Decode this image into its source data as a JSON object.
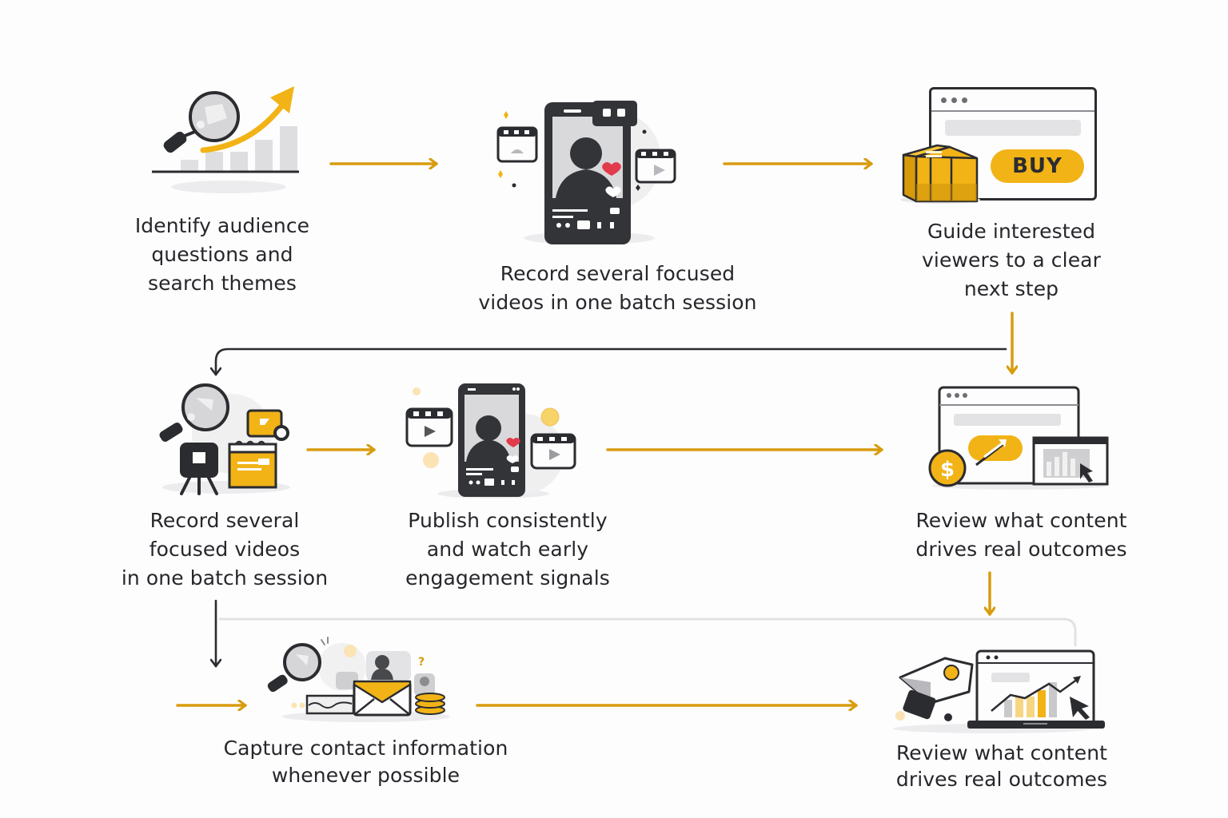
{
  "diagram": {
    "type": "process-flow",
    "colors": {
      "accent": "#f2b316",
      "accent_dark": "#d69a0a",
      "arrow_gold": "#d89c0e",
      "ink": "#2b2c30",
      "gray_light": "#e3e3e5",
      "gray_mid": "#b9b9bd",
      "heart": "#e23b4c",
      "background": "#fdfdfd"
    },
    "nodes": [
      {
        "id": "identify",
        "label": "Identify audience\nquestions and\nsearch themes",
        "icon": "magnifier-trend-chart-icon"
      },
      {
        "id": "record-1",
        "label": "Record several focused\nvideos in one batch session",
        "icon": "phone-video-icon"
      },
      {
        "id": "guide",
        "label": "Guide interested\nviewers to a clear\nnext step",
        "icon": "browser-buy-button-icon",
        "button_text": "BUY"
      },
      {
        "id": "record-2",
        "label": "Record several\nfocused videos\nin one batch session",
        "icon": "camera-clapper-icon"
      },
      {
        "id": "publish",
        "label": "Publish consistently\nand watch early\nengagement signals",
        "icon": "phone-engagement-icon"
      },
      {
        "id": "review-1",
        "label": "Review what content\ndrives real outcomes",
        "icon": "browser-dollar-analytics-icon"
      },
      {
        "id": "capture",
        "label": "Capture contact information\nwhenever possible",
        "icon": "envelope-contacts-icon",
        "glyph": "?"
      },
      {
        "id": "review-2",
        "label": "Review what content\ndrives real outcomes",
        "icon": "camera-laptop-chart-icon"
      }
    ],
    "edges": [
      {
        "from": "identify",
        "to": "record-1",
        "style": "gold-arrow"
      },
      {
        "from": "record-1",
        "to": "guide",
        "style": "gold-arrow"
      },
      {
        "from": "guide",
        "to": "review-1",
        "style": "gold-arrow-down"
      },
      {
        "from": "guide",
        "to": "record-2",
        "style": "dark-return-arrow"
      },
      {
        "from": "record-2",
        "to": "publish",
        "style": "gold-arrow"
      },
      {
        "from": "publish",
        "to": "review-1",
        "style": "gold-arrow"
      },
      {
        "from": "review-1",
        "to": "review-2",
        "style": "gold-arrow-down"
      },
      {
        "from": "record-2",
        "to": "capture",
        "style": "dark-arrow-down"
      },
      {
        "from": "entry",
        "to": "capture",
        "style": "gold-arrow"
      },
      {
        "from": "capture",
        "to": "review-2",
        "style": "gold-arrow"
      },
      {
        "from": "record-2",
        "to": "review-2",
        "style": "light-gray-line"
      }
    ]
  }
}
